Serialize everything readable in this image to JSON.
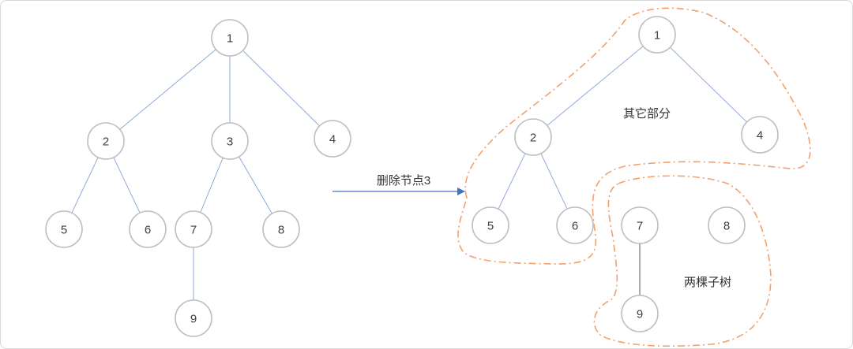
{
  "left_tree": {
    "nodes": [
      "1",
      "2",
      "3",
      "4",
      "5",
      "6",
      "7",
      "8",
      "9"
    ],
    "edges": [
      [
        "1",
        "2"
      ],
      [
        "1",
        "3"
      ],
      [
        "1",
        "4"
      ],
      [
        "2",
        "5"
      ],
      [
        "2",
        "6"
      ],
      [
        "3",
        "7"
      ],
      [
        "3",
        "8"
      ],
      [
        "7",
        "9"
      ]
    ]
  },
  "arrow_label": "删除节点3",
  "right_tree": {
    "nodes": [
      "1",
      "2",
      "4",
      "5",
      "6",
      "7",
      "8",
      "9"
    ],
    "edges": [
      [
        "1",
        "2"
      ],
      [
        "1",
        "4"
      ],
      [
        "2",
        "5"
      ],
      [
        "2",
        "6"
      ],
      [
        "7",
        "9"
      ]
    ]
  },
  "region_labels": {
    "other": "其它部分",
    "subtrees": "两棵子树"
  },
  "colors": {
    "edge": "#8eaadb",
    "node_stroke": "#bfbfbf",
    "arrow": "#4472c4",
    "dash": "#f4a06b",
    "edge_9": "#595959"
  }
}
